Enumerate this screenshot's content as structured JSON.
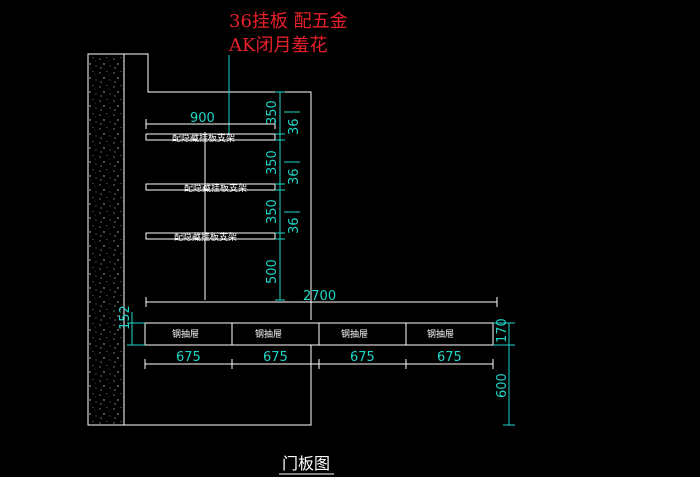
{
  "colors": {
    "background": "#000000",
    "lines": "#ffffff",
    "dimension": "#1fd6c9",
    "note": "#e8202a"
  },
  "annotation": {
    "line1": "36挂板  配五金",
    "line2": "AK闭月羞花"
  },
  "shelves": {
    "label1": "配隐藏挂板支架",
    "label2": "配隐藏挂板支架",
    "label3": "配隐藏挂板支架"
  },
  "drawers": {
    "d1": "钢抽屉",
    "d2": "钢抽屉",
    "d3": "钢抽屉",
    "d4": "钢抽屉"
  },
  "dims": {
    "w900": "900",
    "v350a": "350",
    "v36a": "36",
    "v350b": "350",
    "v36b": "36",
    "v350c": "350",
    "v36c": "36",
    "v500": "500",
    "w2700": "2700",
    "v152": "152",
    "v170": "170",
    "w675a": "675",
    "w675b": "675",
    "w675c": "675",
    "w675d": "675",
    "v600": "600"
  },
  "title": "门板图"
}
